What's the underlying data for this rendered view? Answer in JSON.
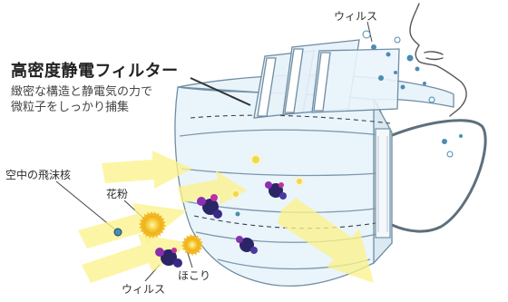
{
  "filter_heading": "高密度静電フィルター",
  "filter_desc_line1": "緻密な構造と静電気の力で",
  "filter_desc_line2": "微粒子をしっかり捕集",
  "labels": {
    "virus_top": "ウィルス",
    "droplet_nuclei": "空中の飛沫核",
    "pollen": "花粉",
    "dust": "ほこり",
    "virus_bottom": "ウィルス"
  },
  "colors": {
    "mask_fill": "#eaf4fb",
    "mask_stroke": "#6f8da3",
    "arrow_yellow": "#fbf28c",
    "pollen_yellow": "#f5c02a",
    "virus_dark": "#2b2466",
    "virus_purple": "#8a2fb0",
    "droplet_blue": "#4a8db0"
  }
}
